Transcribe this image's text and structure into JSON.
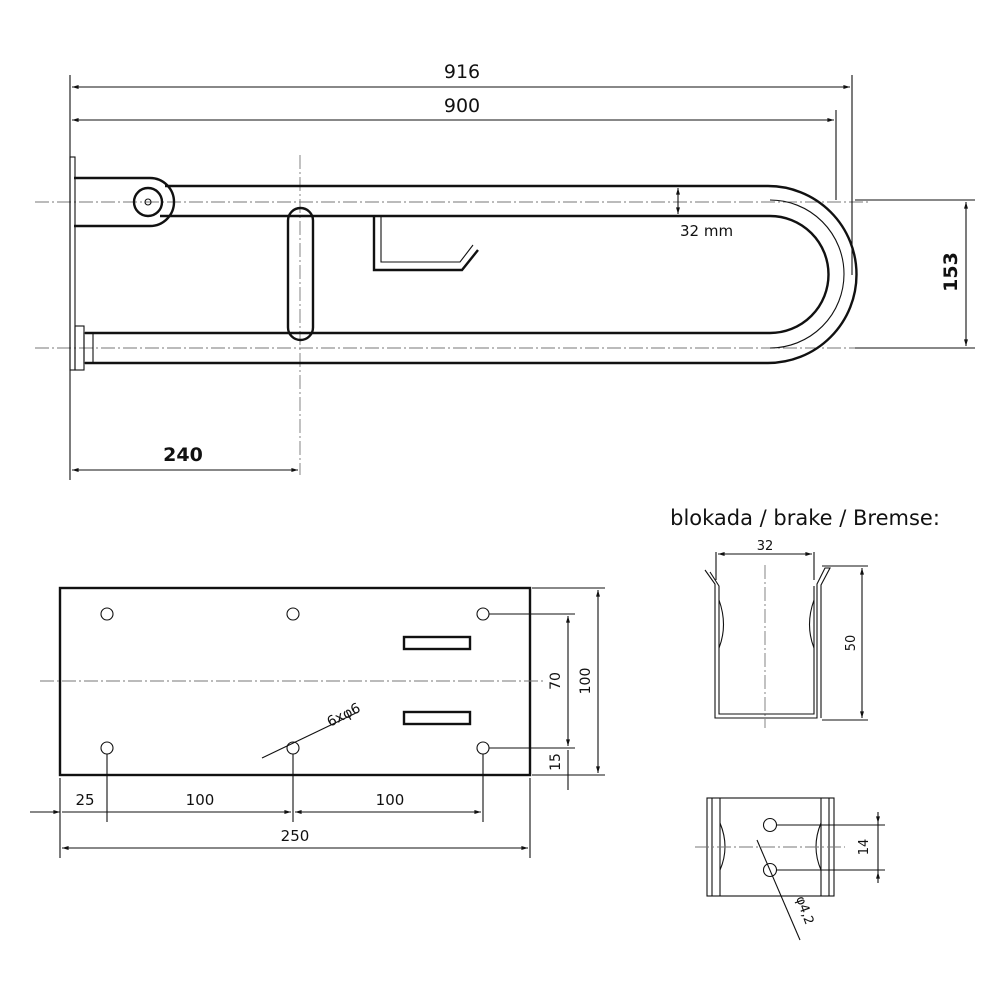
{
  "top_view": {
    "dim_overall": "916",
    "dim_length": "900",
    "dim_tube": "32 mm",
    "dim_height": "153",
    "dim_grip_offset": "240"
  },
  "base_plate": {
    "dim_left": "25",
    "dim_hole_spacing_1": "100",
    "dim_hole_spacing_2": "100",
    "dim_width": "250",
    "dim_hole_vertical": "70",
    "dim_height": "100",
    "dim_bottom": "15",
    "holes_label": "6xφ6"
  },
  "brake": {
    "title": "blokada / brake / Bremse:",
    "dim_width": "32",
    "dim_height": "50",
    "dim_hole_spacing": "14",
    "hole_label": "φ4,2"
  }
}
